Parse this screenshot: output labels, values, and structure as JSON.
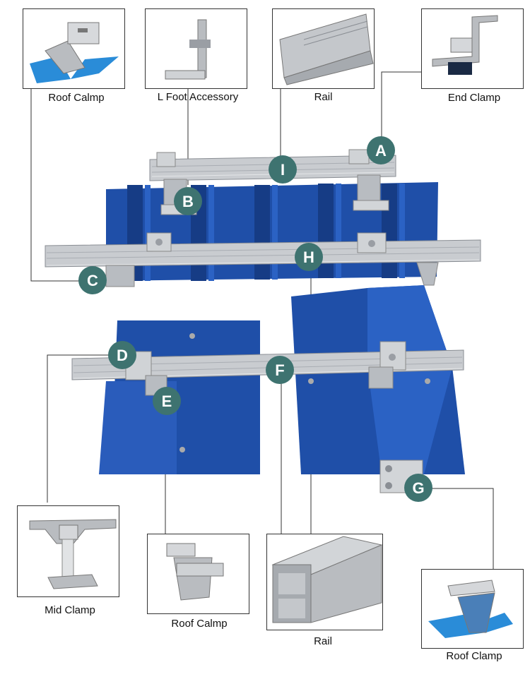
{
  "colors": {
    "roof_blue": "#1f4fa8",
    "roof_dark": "#163c85",
    "aluminum": "#c9ccd0",
    "aluminum_dark": "#9a9ea4",
    "marker": "#3e7370",
    "leader": "#333333"
  },
  "captions": {
    "roof_clamp_1": "Roof Calmp",
    "l_foot": "L Foot Accessory",
    "rail_top": "Rail",
    "end_clamp": "End Clamp",
    "mid_clamp": "Mid Clamp",
    "roof_clamp_2": "Roof Calmp",
    "rail_bottom": "Rail",
    "roof_clamp_3": "Roof Clamp"
  },
  "markers": {
    "a": "A",
    "b": "B",
    "c": "C",
    "d": "D",
    "e": "E",
    "f": "F",
    "g": "G",
    "h": "H",
    "i": "I"
  }
}
